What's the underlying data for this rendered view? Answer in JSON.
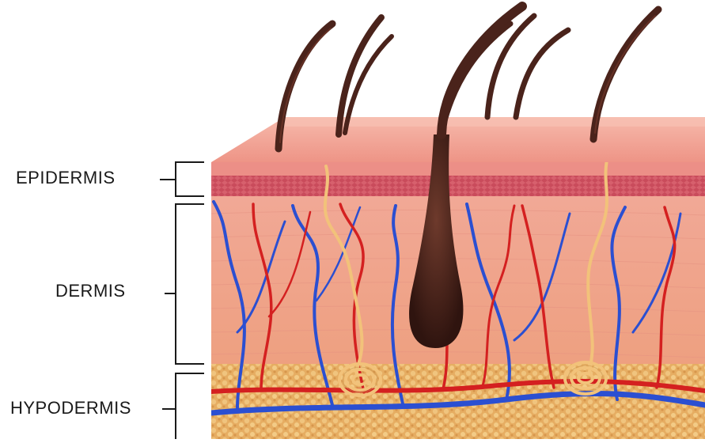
{
  "labels": {
    "epidermis": "EPIDERMIS",
    "dermis": "DERMIS",
    "hypodermis": "HYPODERMIS"
  },
  "colors": {
    "skin_top": "#f2a89a",
    "epidermis_band": "#d9606a",
    "dermis": "#f4aa95",
    "hypodermis": "#e7b56a",
    "artery": "#d42020",
    "vein": "#2b4fd1",
    "nerve": "#f2c27a",
    "hair": "#4a231b"
  }
}
